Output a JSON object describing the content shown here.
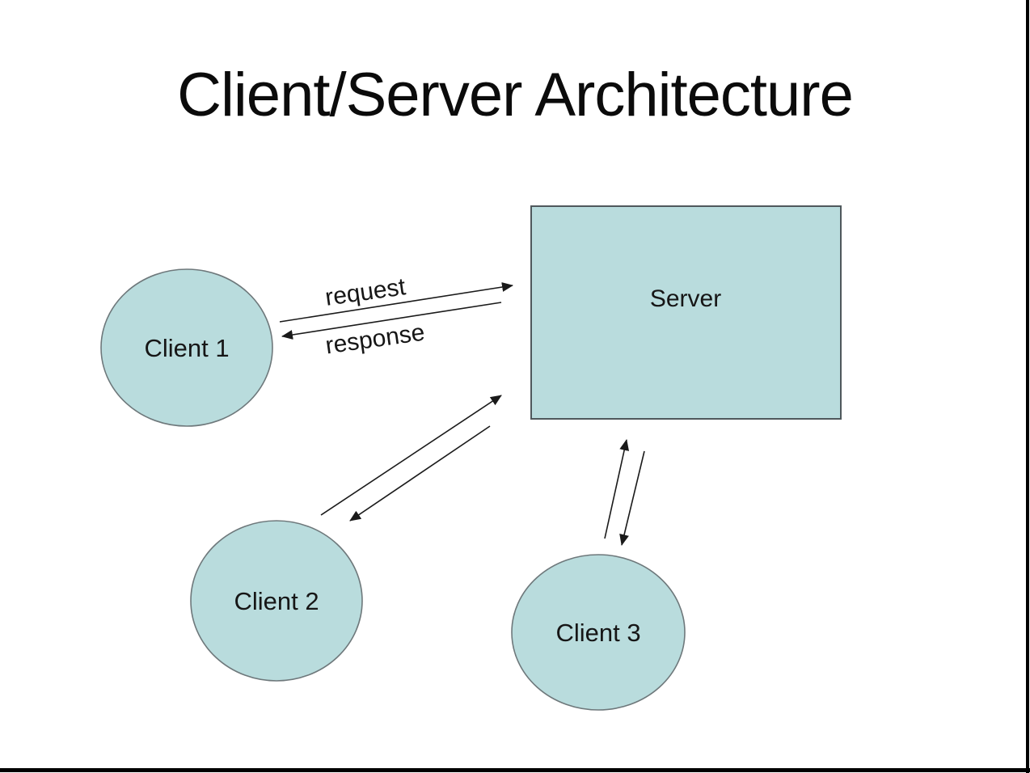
{
  "title": "Client/Server Architecture",
  "diagram": {
    "server": {
      "label": "Server"
    },
    "clients": [
      {
        "label": "Client 1"
      },
      {
        "label": "Client 2"
      },
      {
        "label": "Client 3"
      }
    ],
    "edge_labels": {
      "request": "request",
      "response": "response"
    }
  },
  "colors": {
    "shape_fill": "#b9dcdd",
    "rect_border": "#4f585c",
    "circle_border": "#6e787b",
    "arrow": "#1a1a1a",
    "page_edge": "#000000",
    "background": "#ffffff"
  }
}
